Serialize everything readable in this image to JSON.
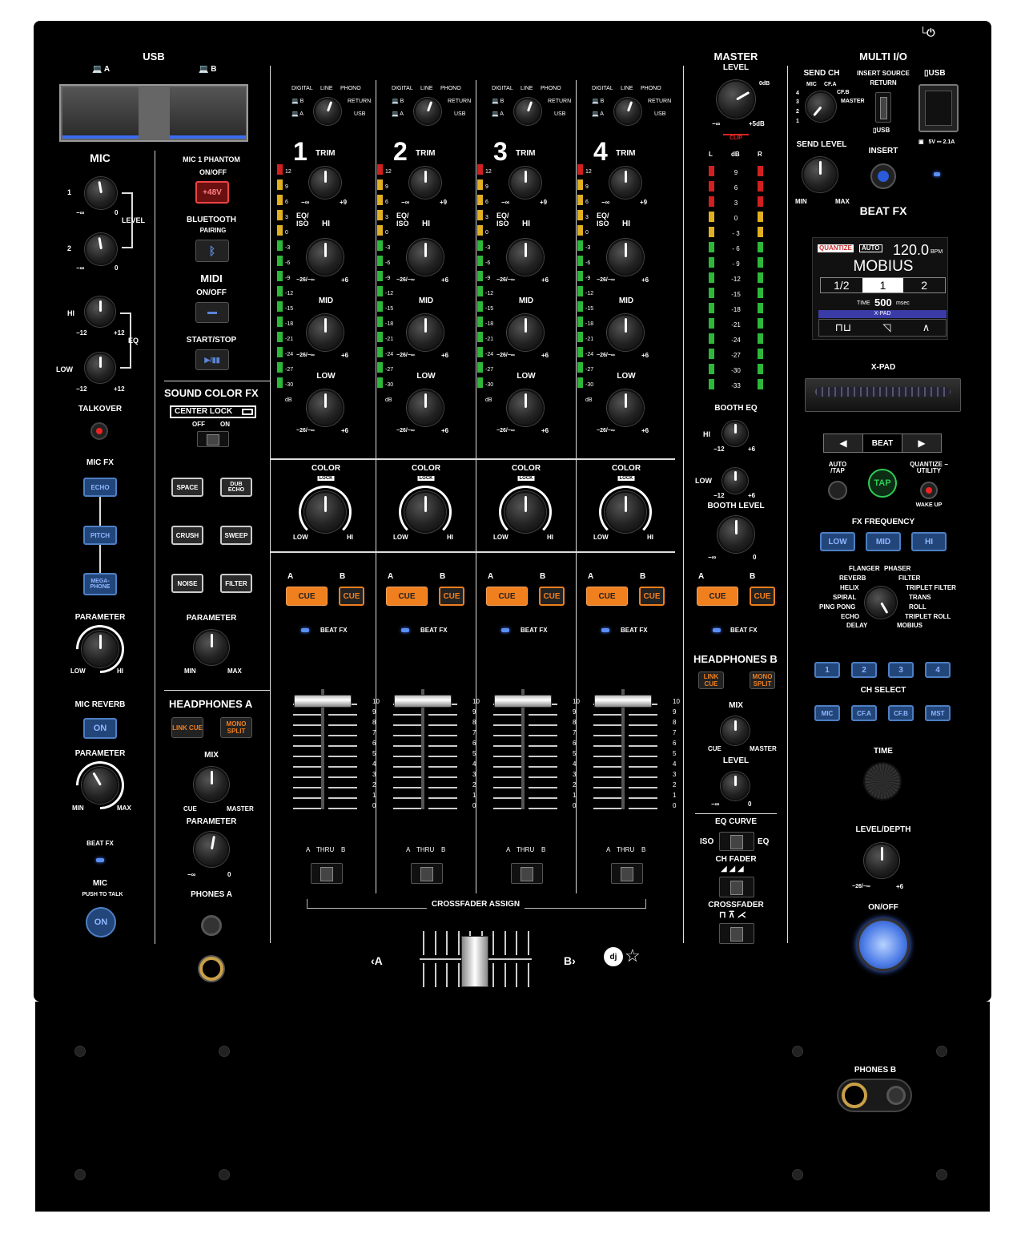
{
  "colors": {
    "panel": "#000000",
    "accent_blue": "#4d7fc4",
    "cue_orange": "#f07f1e",
    "meter_green": "#2eb83a",
    "meter_yellow": "#e0b020",
    "meter_red": "#d22020"
  },
  "top": {
    "power_icon": "power-standby-icon"
  },
  "usb": {
    "title": "USB",
    "a": "A",
    "b": "B"
  },
  "mic": {
    "title": "MIC",
    "ch1": "1",
    "ch2": "2",
    "level": "LEVEL",
    "min": "−∞",
    "max": "0",
    "hi": "HI",
    "low": "LOW",
    "eq": "EQ",
    "eq_min": "−12",
    "eq_max": "+12",
    "talkover": "TALKOVER",
    "micfx": "MIC FX",
    "echo": "ECHO",
    "pitch": "PITCH",
    "megaphone": "MEGA-PHONE",
    "parameter": "PARAMETER",
    "p_low": "LOW",
    "p_hi": "HI",
    "reverb": "MIC REVERB",
    "on": "ON",
    "parameter2": "PARAMETER",
    "p2_min": "MIN",
    "p2_max": "MAX",
    "beatfx": "BEAT FX",
    "mic2": "MIC",
    "ptt": "PUSH TO TALK",
    "on2": "ON"
  },
  "mid_left": {
    "phantom": "MIC 1 PHANTOM",
    "onoff": "ON/OFF",
    "v48": "+48V",
    "bt": "BLUETOOTH",
    "pairing": "PAIRING",
    "midi": "MIDI",
    "midi_onoff": "ON/OFF",
    "startstop": "START/STOP",
    "scfx": "SOUND COLOR FX",
    "centerlock": "CENTER LOCK",
    "off": "OFF",
    "on": "ON",
    "space": "SPACE",
    "dubecho": "DUB ECHO",
    "crush": "CRUSH",
    "sweep": "SWEEP",
    "noise": "NOISE",
    "filter": "FILTER",
    "parameter": "PARAMETER",
    "min": "MIN",
    "max": "MAX",
    "hpa": "HEADPHONES A",
    "link": "LINK CUE",
    "mono": "MONO SPLIT",
    "mix": "MIX",
    "cue": "CUE",
    "master": "MASTER",
    "parameter2": "PARAMETER",
    "pmin": "−∞",
    "pmax": "0",
    "phones": "PHONES A"
  },
  "channel": {
    "src_digital": "DIGITAL",
    "src_line": "LINE",
    "src_phono": "PHONO",
    "src_b": "B",
    "src_return": "RETURN",
    "src_a": "A",
    "src_usb": "USB",
    "trim": "TRIM",
    "trim_min": "−∞",
    "trim_max": "+9",
    "eq": "EQ/ ISO",
    "hi": "HI",
    "mid": "MID",
    "low": "LOW",
    "eq_min": "−26/−∞",
    "eq_max": "+6",
    "color": "COLOR",
    "lock": "LOCK",
    "c_low": "LOW",
    "c_hi": "HI",
    "a": "A",
    "b": "B",
    "cue": "CUE",
    "beatfx": "BEAT FX",
    "meter": [
      "12",
      "9",
      "6",
      "3",
      "0",
      "-3",
      "-6",
      "-9",
      "-12",
      "-15",
      "-18",
      "-21",
      "-24",
      "-27",
      "-30",
      "dB"
    ],
    "scale": [
      "10",
      "9",
      "8",
      "7",
      "6",
      "5",
      "4",
      "3",
      "2",
      "1",
      "0"
    ],
    "thru_a": "A",
    "thru": "THRU",
    "thru_b": "B"
  },
  "channels": [
    {
      "num": "1"
    },
    {
      "num": "2"
    },
    {
      "num": "3"
    },
    {
      "num": "4"
    }
  ],
  "crossfader": {
    "assign": "CROSSFADER ASSIGN",
    "a": "A",
    "b": "B"
  },
  "master": {
    "title": "MASTER",
    "level": "LEVEL",
    "zero": "0dB",
    "min": "−∞",
    "max": "+5dB",
    "clip": "CLIP",
    "l": "L",
    "db": "dB",
    "r": "R",
    "scale": [
      "9",
      "6",
      "3",
      "0",
      "- 3",
      "- 6",
      "- 9",
      "-12",
      "-15",
      "-18",
      "-21",
      "-24",
      "-27",
      "-30",
      "-33"
    ],
    "booth_eq": "BOOTH EQ",
    "hi": "HI",
    "low": "LOW",
    "b_min": "−12",
    "b_max": "+6",
    "booth_level": "BOOTH LEVEL",
    "bl_min": "−∞",
    "bl_max": "0",
    "a": "A",
    "b": "B",
    "cue": "CUE",
    "beatfx": "BEAT FX",
    "hpb": "HEADPHONES B",
    "link": "LINK CUE",
    "mono": "MONO SPLIT",
    "mix": "MIX",
    "mcue": "CUE",
    "mmaster": "MASTER",
    "level2": "LEVEL",
    "l2min": "−∞",
    "l2max": "0",
    "eqcurve": "EQ CURVE",
    "iso": "ISO",
    "eq": "EQ",
    "chfader": "CH FADER",
    "xfader": "CROSSFADER",
    "phonesb": "PHONES B"
  },
  "multi": {
    "title": "MULTI I/O",
    "sendch": "SEND CH",
    "mic": "MIC",
    "cfa": "CF.A",
    "cfb": "CF.B",
    "master": "MASTER",
    "n4": "4",
    "n3": "3",
    "n2": "2",
    "n1": "1",
    "insert_src": "INSERT SOURCE",
    "return": "RETURN",
    "usb": "USB",
    "usb2": "USB",
    "sendlevel": "SEND LEVEL",
    "min": "MIN",
    "max": "MAX",
    "insert": "INSERT",
    "power": "5V ⎓ 2.1A"
  },
  "beatfx": {
    "title": "BEAT FX",
    "quantize": "QUANTIZE",
    "auto": "AUTO",
    "bpm": "120.0",
    "bpm_unit": "BPM",
    "effect": "MOBIUS",
    "b1": "1/2",
    "b2": "1",
    "b3": "2",
    "time_label": "TIME",
    "time": "500",
    "time_unit": "msec",
    "xpad_label": "X-PAD",
    "xpad": "X-PAD",
    "beat": "BEAT",
    "autotap": "AUTO /TAP",
    "tap": "TAP",
    "quantize2": "QUANTIZE − UTILITY",
    "wakeup": "WAKE UP",
    "freq": "FX FREQUENCY",
    "low": "LOW",
    "mid": "MID",
    "hi": "HI",
    "fx": [
      "FLANGER",
      "PHASER",
      "REVERB",
      "FILTER",
      "HELIX",
      "TRIPLET FILTER",
      "SPIRAL",
      "TRANS",
      "PING PONG",
      "ROLL",
      "ECHO",
      "TRIPLET ROLL",
      "DELAY",
      "MOBIUS"
    ],
    "ch": [
      "1",
      "2",
      "3",
      "4"
    ],
    "chselect": "CH SELECT",
    "mic": "MIC",
    "cfa": "CF.A",
    "cfb": "CF.B",
    "mst": "MST",
    "time2": "TIME",
    "depth": "LEVEL/DEPTH",
    "d_min": "−26/−∞",
    "d_max": "+6",
    "onoff": "ON/OFF"
  }
}
